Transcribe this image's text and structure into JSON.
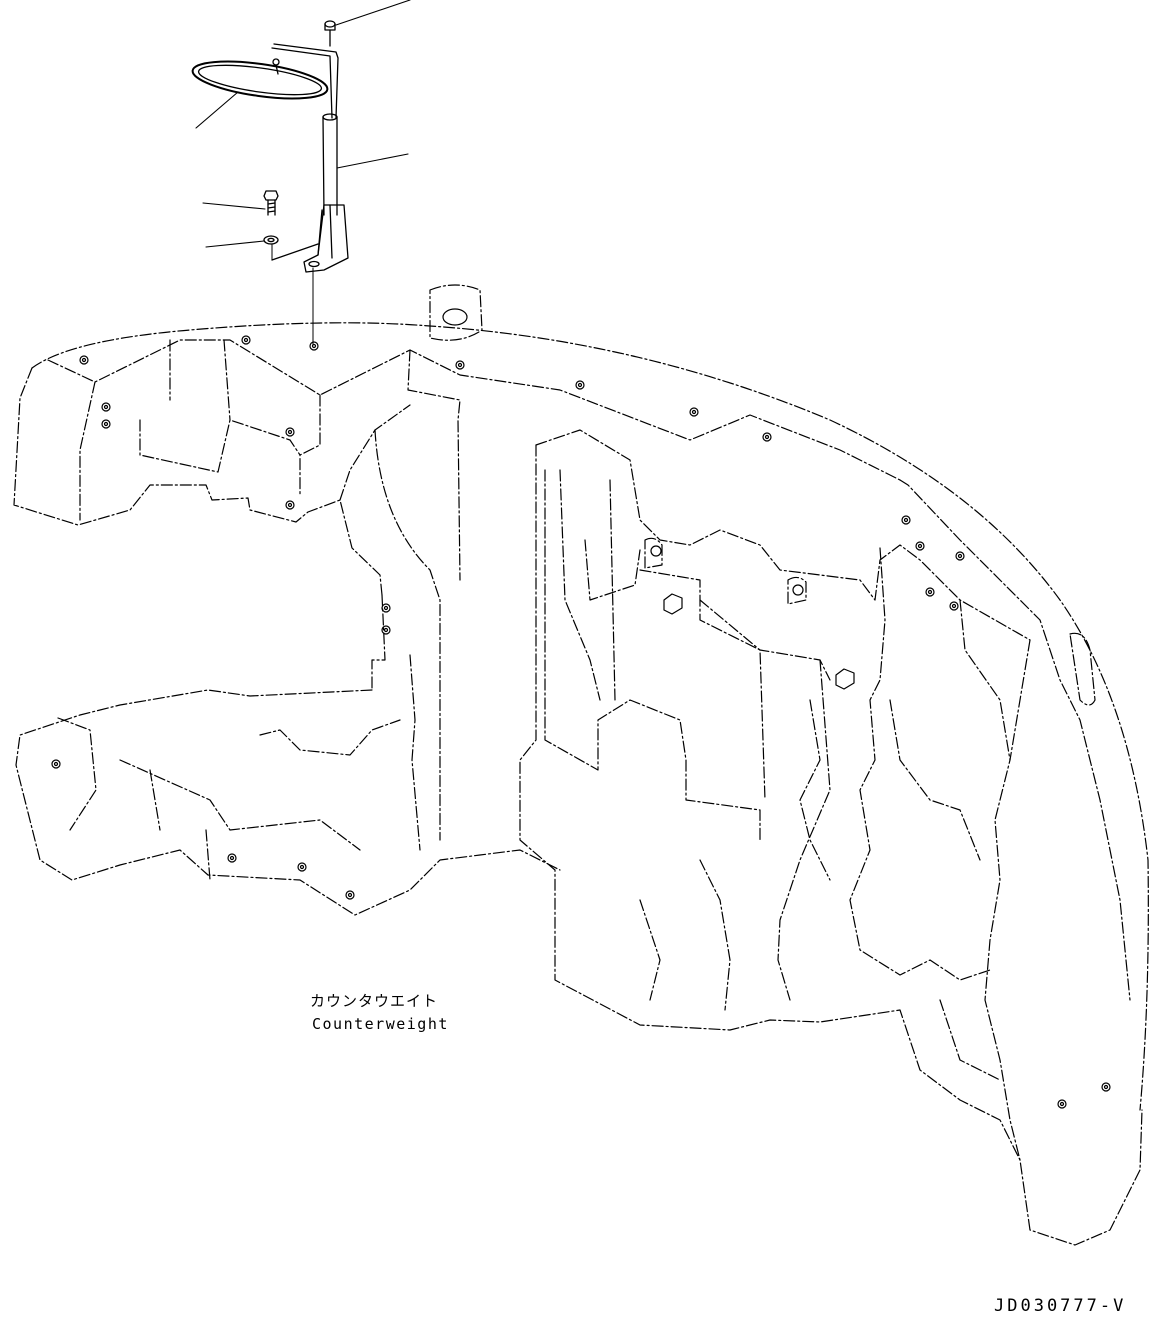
{
  "labels": {
    "part_name_jp": "カウンタウエイト",
    "part_name_en": "Counterweight"
  },
  "drawing_id": "JD030777-V",
  "colors": {
    "line": "#000000",
    "background": "#ffffff"
  }
}
